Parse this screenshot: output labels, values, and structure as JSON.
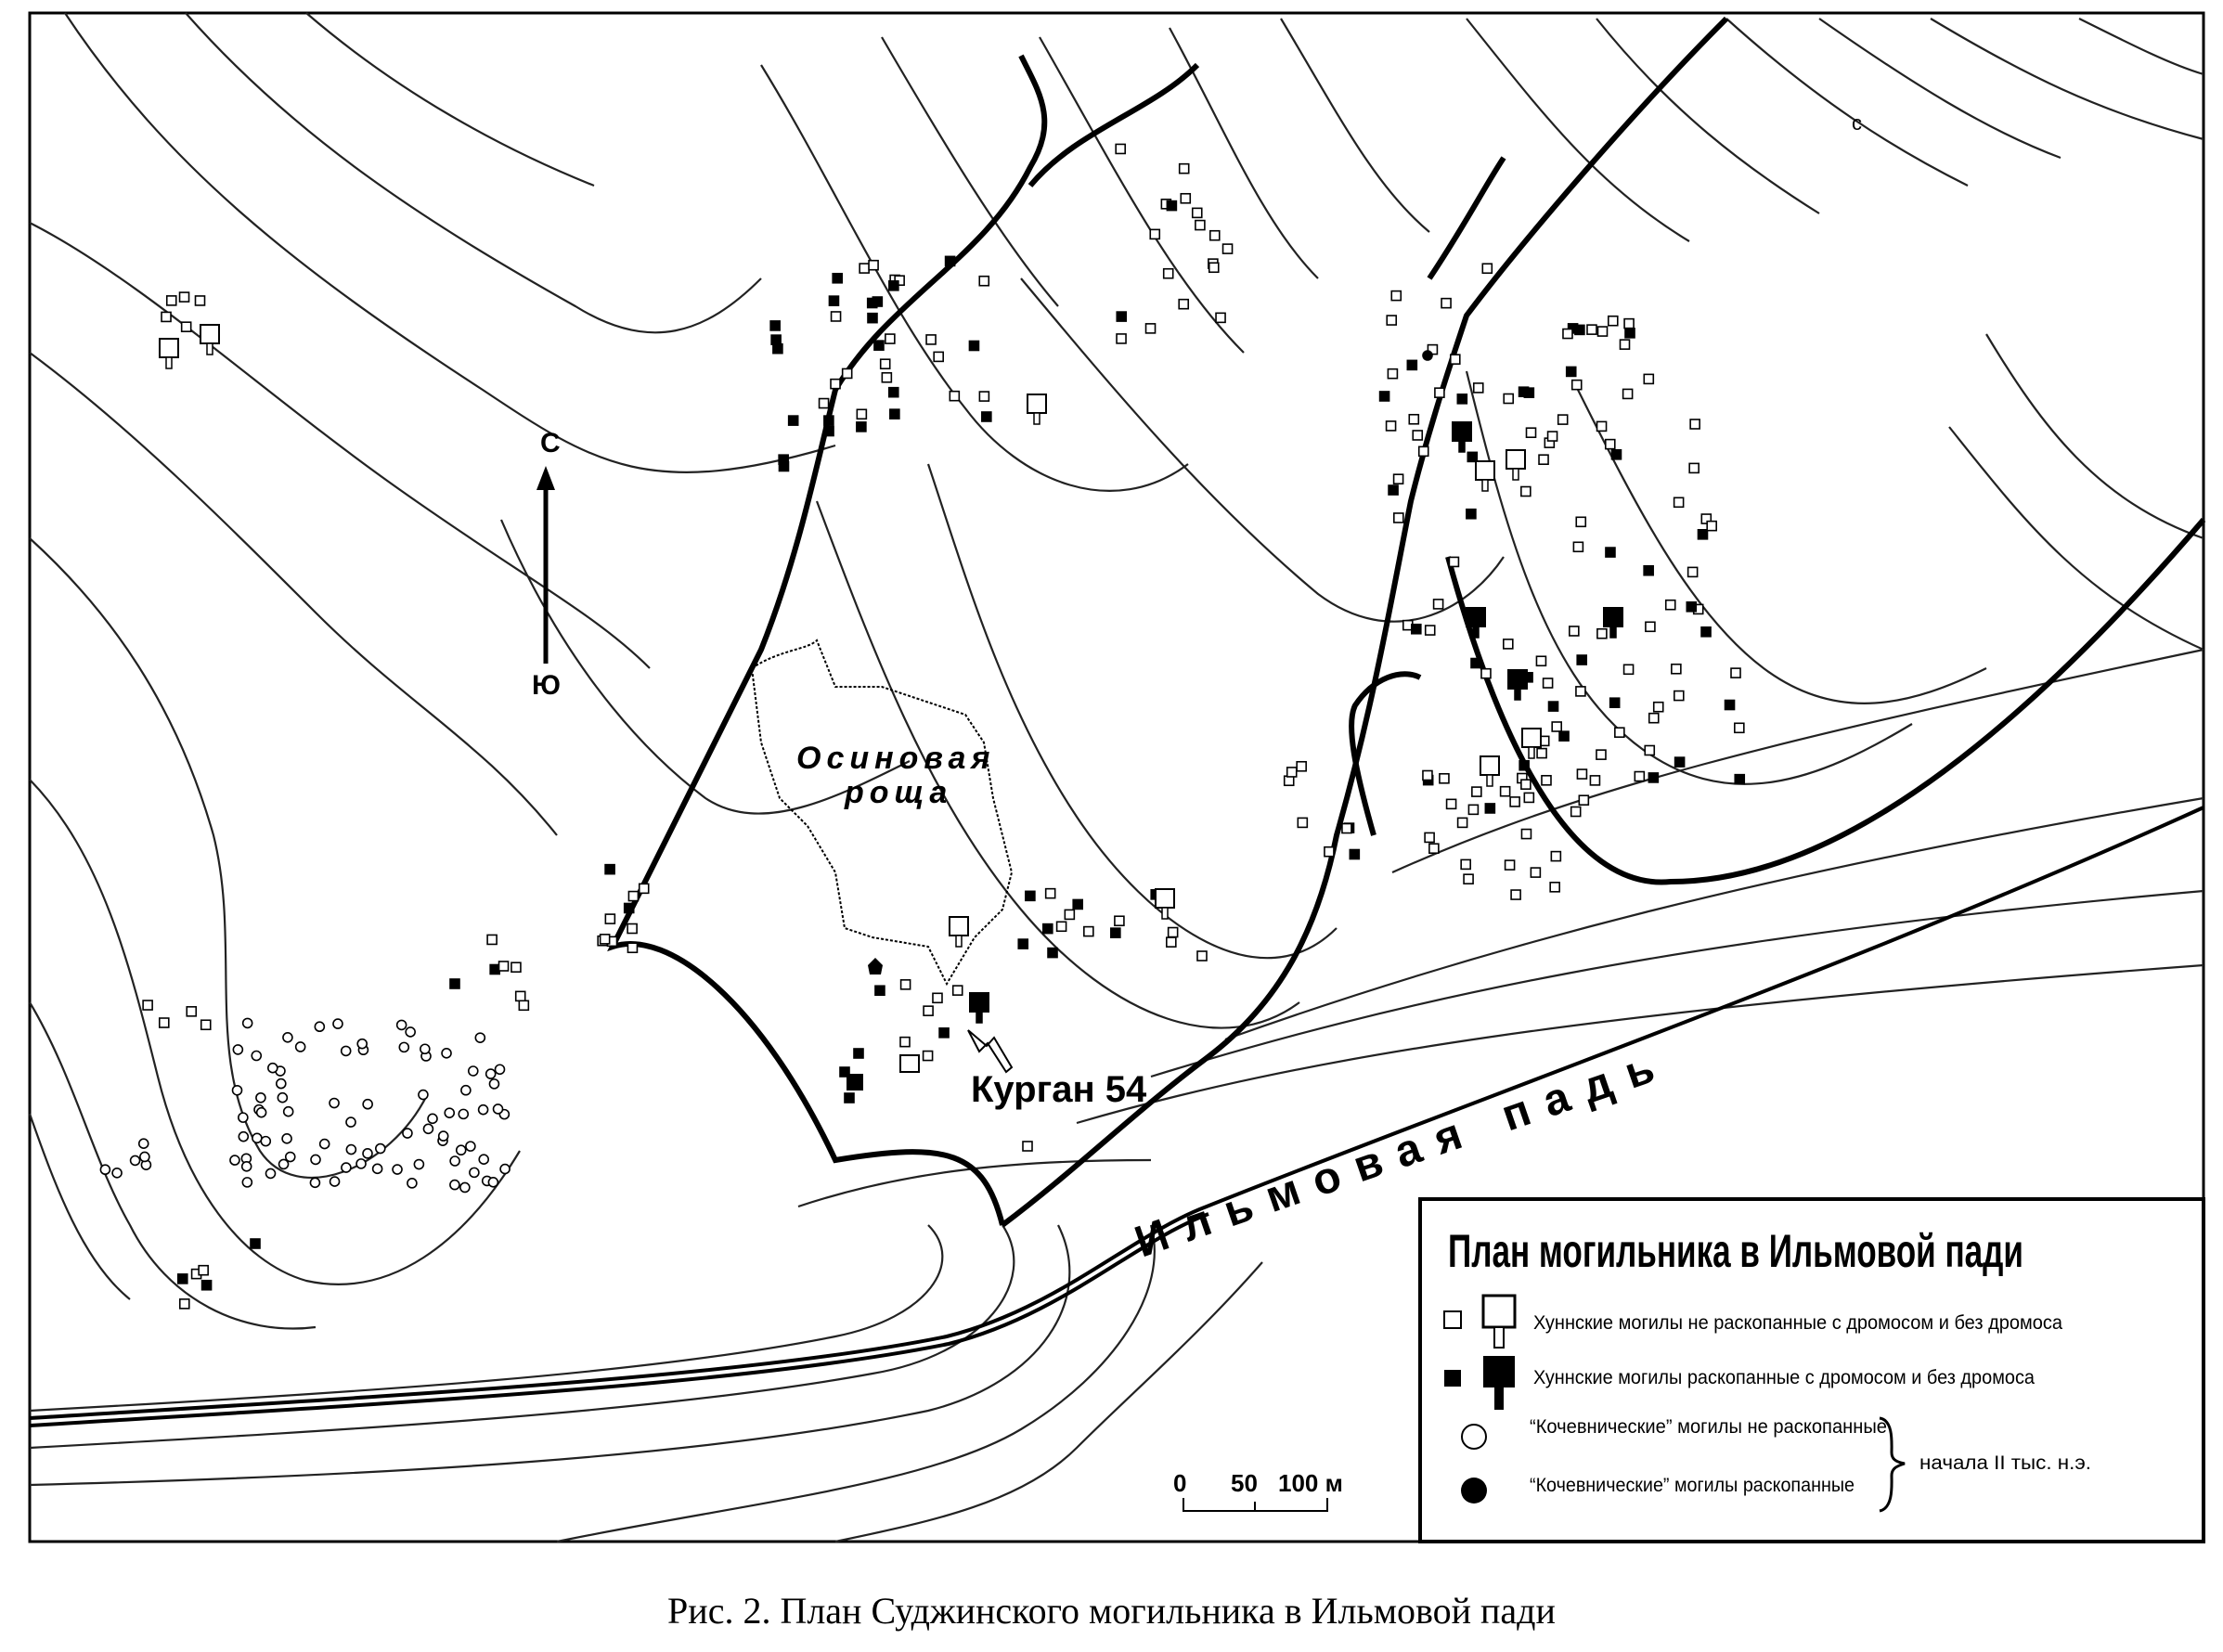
{
  "map": {
    "compass": {
      "north": "С",
      "south": "Ю"
    },
    "grove_label": [
      "Осиновая",
      "роща"
    ],
    "valley_label": "Ильмовая падь",
    "kurgan_label": "Курган 54",
    "scale": {
      "ticks": [
        "0",
        "50",
        "100 м"
      ]
    },
    "stray_mark": "с"
  },
  "legend": {
    "title": "План могильника в Ильмовой пади",
    "items": [
      {
        "label": "Хуннские могилы не раскопанные с дромосом и без дромоса",
        "icon": "open-square-icon"
      },
      {
        "label": "Хуннские могилы раскопанные с дромосом и без дромоса",
        "icon": "filled-square-icon"
      },
      {
        "label": "“Кочевнические” могилы не раскопанные",
        "icon": "open-circle-icon"
      },
      {
        "label": "“Кочевнические” могилы раскопанные",
        "icon": "filled-circle-icon"
      }
    ],
    "brace_label": "начала II тыс. н.э."
  },
  "caption": "Рис. 2.  План Суджинского могильника в Ильмовой пади"
}
